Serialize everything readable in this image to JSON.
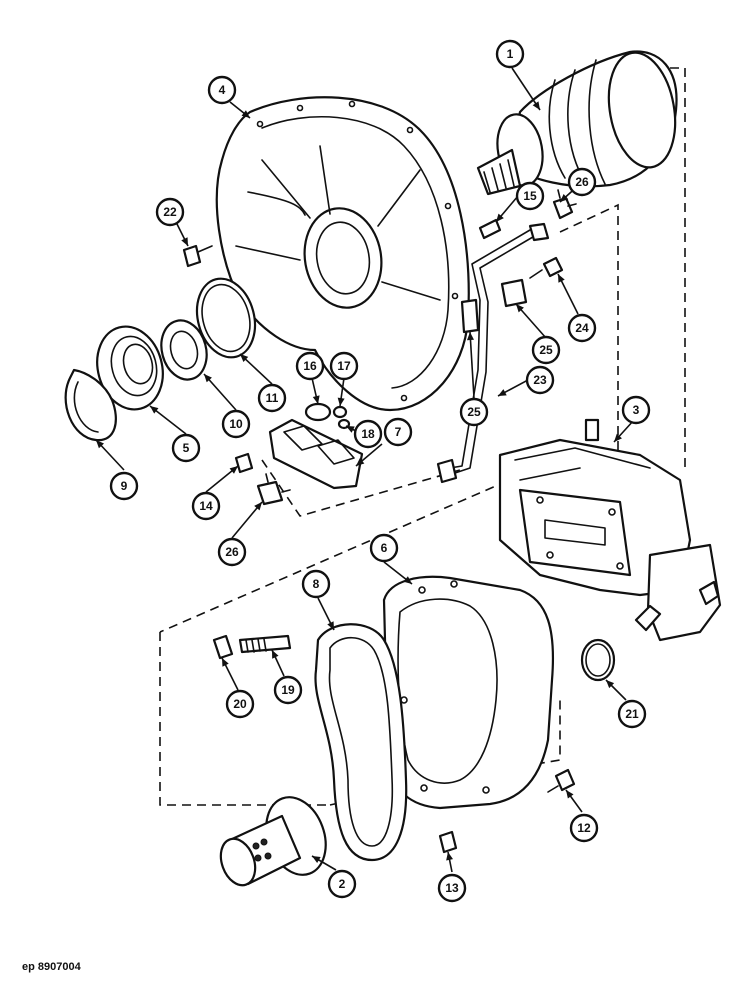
{
  "drawing": {
    "reference": "ep 8907004"
  },
  "callouts": [
    {
      "id": "c1",
      "label": "1"
    },
    {
      "id": "c2",
      "label": "2"
    },
    {
      "id": "c3",
      "label": "3"
    },
    {
      "id": "c4",
      "label": "4"
    },
    {
      "id": "c5",
      "label": "5"
    },
    {
      "id": "c6",
      "label": "6"
    },
    {
      "id": "c7",
      "label": "7"
    },
    {
      "id": "c8",
      "label": "8"
    },
    {
      "id": "c9",
      "label": "9"
    },
    {
      "id": "c10",
      "label": "10"
    },
    {
      "id": "c11",
      "label": "11"
    },
    {
      "id": "c12",
      "label": "12"
    },
    {
      "id": "c13",
      "label": "13"
    },
    {
      "id": "c14",
      "label": "14"
    },
    {
      "id": "c15",
      "label": "15"
    },
    {
      "id": "c16",
      "label": "16"
    },
    {
      "id": "c17",
      "label": "17"
    },
    {
      "id": "c18",
      "label": "18"
    },
    {
      "id": "c19",
      "label": "19"
    },
    {
      "id": "c20",
      "label": "20"
    },
    {
      "id": "c21",
      "label": "21"
    },
    {
      "id": "c22",
      "label": "22"
    },
    {
      "id": "c23",
      "label": "23"
    },
    {
      "id": "c24",
      "label": "24"
    },
    {
      "id": "c25a",
      "label": "25"
    },
    {
      "id": "c25b",
      "label": "25"
    },
    {
      "id": "c26a",
      "label": "26"
    },
    {
      "id": "c26b",
      "label": "26"
    }
  ]
}
